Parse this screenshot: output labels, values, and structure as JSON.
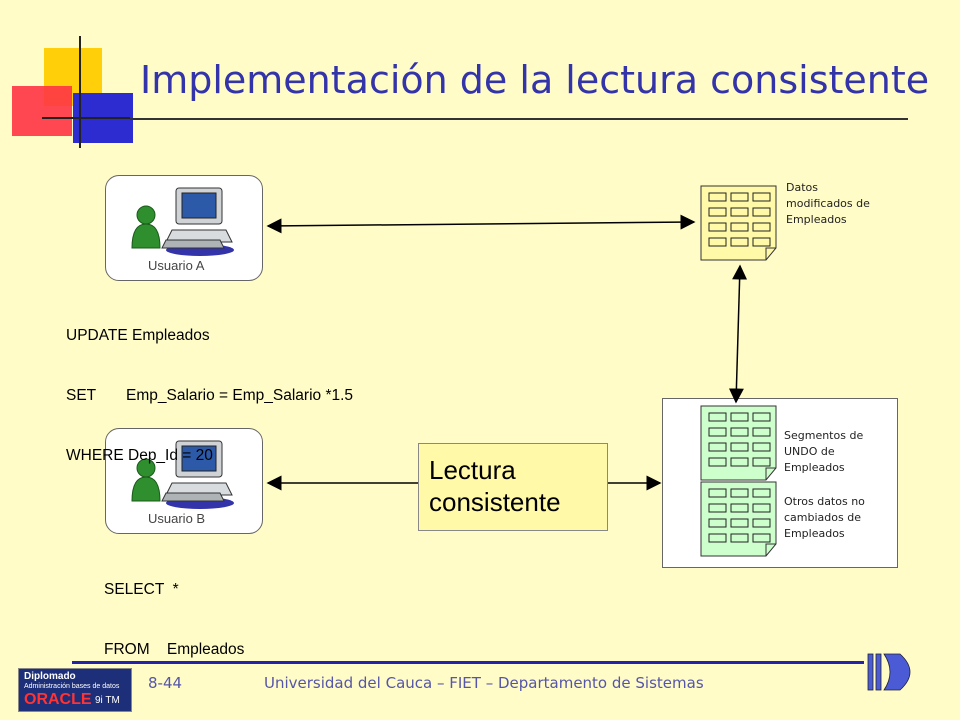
{
  "title": "Implementación de la lectura consistente",
  "users": {
    "a": {
      "label": "Usuario A"
    },
    "b": {
      "label": "Usuario B"
    }
  },
  "sql_a": {
    "line1": "UPDATE Empleados",
    "line2": "SET       Emp_Salario = Emp_Salario *1.5",
    "line3": "WHERE Dep_Id = 20"
  },
  "sql_b": {
    "line1": "SELECT  *",
    "line2": "FROM    Empleados"
  },
  "lectura": {
    "line1": "Lectura",
    "line2": "consistente"
  },
  "notes": {
    "datos": [
      "Datos",
      "modificados de",
      "Empleados"
    ],
    "undo": [
      "Segmentos de",
      "UNDO de",
      "Empleados"
    ],
    "otros": [
      "Otros datos no",
      "cambiados de",
      "Empleados"
    ]
  },
  "footer": {
    "slide_number": "8-44",
    "text": "Universidad del Cauca – FIET – Departamento de Sistemas"
  },
  "logo": {
    "line1": "Diplomado",
    "line2": "Administración bases de datos",
    "line3": "ORACLE",
    "line4": "9i TM"
  },
  "colors": {
    "title": "#3333aa",
    "background": "#fffcc8",
    "doc_yellow": "#fff9a8",
    "doc_green": "#ccffcc",
    "footer_rule": "#2222aa"
  }
}
